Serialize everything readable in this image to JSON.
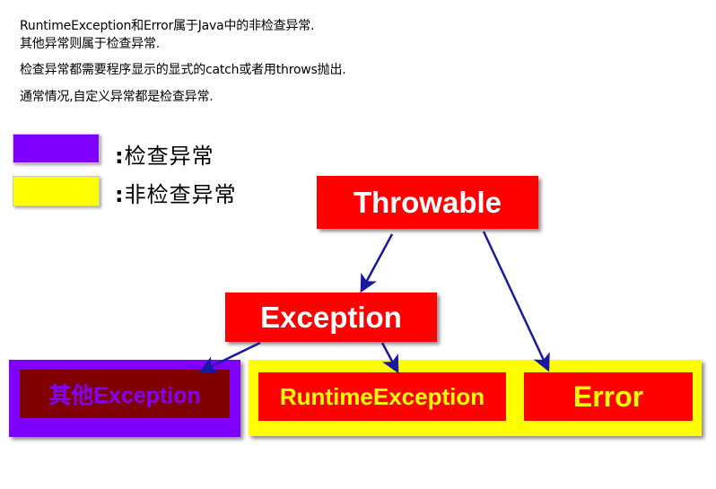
{
  "notes": [
    "RuntimeException和Error属于Java中的非检查异常.",
    "其他异常则属于检查异常.",
    "检查异常都需要程序显示的显式的catch或者用throws抛出.",
    "通常情况,自定义异常都是检查异常."
  ],
  "legend": {
    "checked": {
      "color": "#7f00ff",
      "colon": ":",
      "label": "检查异常"
    },
    "unchecked": {
      "color": "#ffff00",
      "colon": ":",
      "label": "非检查异常"
    }
  },
  "nodes": {
    "throwable": {
      "label": "Throwable"
    },
    "exception": {
      "label": "Exception"
    },
    "other_exception": {
      "label": "其他Exception"
    },
    "runtime_exception": {
      "label": "RuntimeException"
    },
    "error": {
      "label": "Error"
    }
  },
  "colors": {
    "node_red": "#ff0000",
    "dark_red": "#800000",
    "purple": "#7f00ff",
    "yellow": "#ffff00",
    "arrow": "#1a1aa0",
    "white_text": "#ffffff"
  }
}
